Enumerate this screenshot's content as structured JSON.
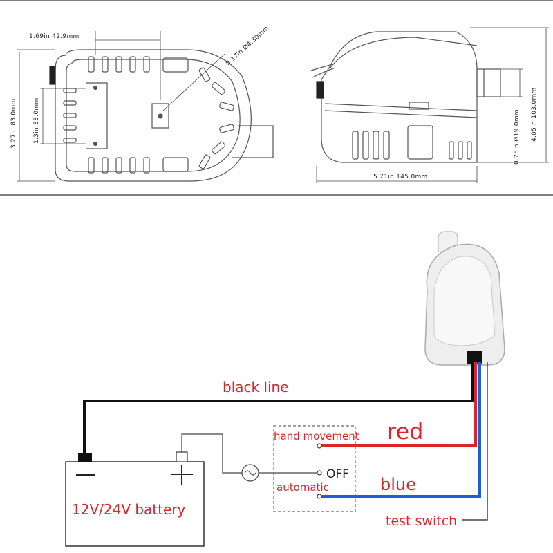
{
  "dimensions": {
    "width_top": "1.69in 42.9mm",
    "hole": "0.17in Ø4.30mm",
    "height_left": "3.27in 83.0mm",
    "height_inner": "1.3in 33.0mm",
    "outlet": "0.75in Ø19.0mm",
    "height_right": "4.05in 103.0mm",
    "length": "5.71in 145.0mm"
  },
  "wiring": {
    "black_line": "black line",
    "red": "red",
    "blue": "blue",
    "hand_movement": "hand movement",
    "off": "OFF",
    "automatic": "automatic",
    "battery": "12V/24V battery",
    "test_switch": "test switch",
    "minus": "—",
    "plus": "+"
  },
  "colors": {
    "black_wire": "#111111",
    "red_wire": "#d8262a",
    "blue_wire": "#1f5fd6",
    "label_red": "#d8262a"
  }
}
